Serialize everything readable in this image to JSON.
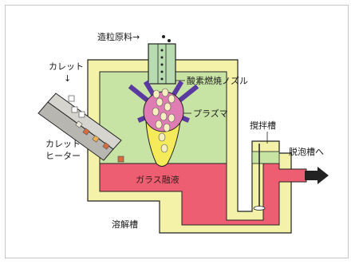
{
  "labels": {
    "raw_material": "造粒原料→",
    "cullet": "カレット",
    "cullet_arrow": "↓",
    "nozzle": "酸素燃焼ノズル",
    "plasma": "プラズマ",
    "stir_tank": "撹拌槽",
    "defoam": "脱泡槽へ",
    "cullet_heater_1": "カレット",
    "cullet_heater_2": "ヒーター",
    "melt": "ガラス融液",
    "melt_tank": "溶解槽"
  },
  "colors": {
    "insulation": "#f4f2a8",
    "chamber": "#c8e4a4",
    "melt": "#ee5e72",
    "plasma_flame": "#f4ea5a",
    "plasma_core": "#e07cb4",
    "nozzle_jets": "#5a3aa0",
    "nozzle": "#b8dcb0",
    "heater": "#b8b6b0",
    "outline": "#222222"
  }
}
